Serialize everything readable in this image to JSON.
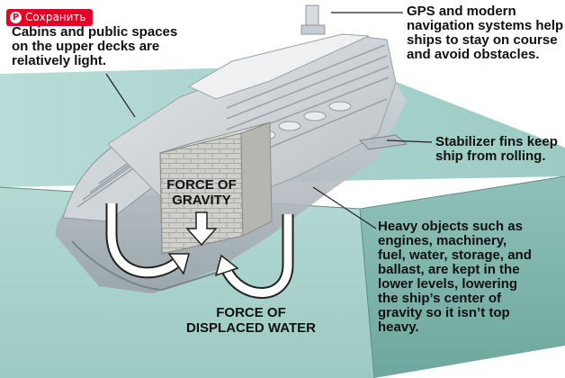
{
  "save_button": {
    "label": "Сохранить",
    "icon": "pinterest-icon"
  },
  "callouts": {
    "cabins": [
      "Cabins and public spaces",
      "on the upper decks are",
      "relatively light."
    ],
    "gps": [
      "GPS and modern",
      "navigation systems help",
      "ships to stay on course",
      "and avoid obstacles."
    ],
    "stabilizer": [
      "Stabilizer fins keep",
      "ship from rolling."
    ],
    "heavy": [
      "Heavy objects such as",
      "engines, machinery,",
      "fuel, water, storage, and",
      "ballast, are kept in the",
      "lower levels, lowering",
      "the ship’s center of",
      "gravity so it isn’t top",
      "heavy."
    ]
  },
  "forces": {
    "gravity": [
      "FORCE OF",
      "GRAVITY"
    ],
    "displaced": [
      "FORCE OF",
      "DISPLACED WATER"
    ]
  },
  "colors": {
    "water_top": "#a9d4cf",
    "water_front": "#a3cfc8",
    "water_side": "#7fb6ad",
    "hull": "#c2c8cd",
    "hull_dark": "#8f979e",
    "superstructure": "#d9dde0",
    "cutaway": "#c9c9c6",
    "save_button": "#e60023"
  }
}
